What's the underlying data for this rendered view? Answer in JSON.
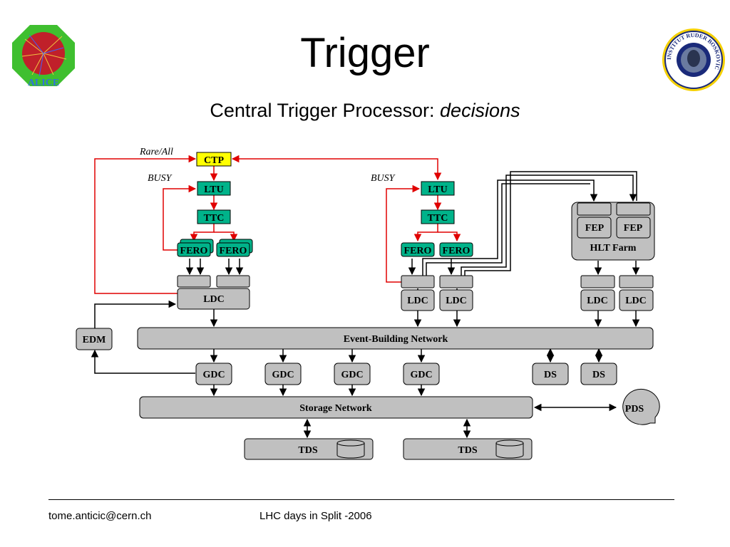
{
  "slide": {
    "title": "Trigger",
    "subtitle_prefix": "Central Trigger Processor: ",
    "subtitle_emph": "decisions"
  },
  "logos": {
    "left": {
      "text": "ALICE",
      "icon": "alice-logo-icon"
    },
    "right": {
      "text": "INSTITUT RUDER BOSKOVIC",
      "icon": "institute-seal-icon"
    }
  },
  "diagram": {
    "labels": {
      "rare_all": "Rare/All",
      "busy_left": "BUSY",
      "busy_right": "BUSY"
    },
    "nodes": {
      "ctp": "CTP",
      "ltu_left": "LTU",
      "ttc_left": "TTC",
      "fero_left_1": "FERO",
      "fero_left_2": "FERO",
      "ldc_left": "LDC",
      "ltu_right": "LTU",
      "ttc_right": "TTC",
      "fero_right_1": "FERO",
      "fero_right_2": "FERO",
      "ldc_right_1": "LDC",
      "ldc_right_2": "LDC",
      "fep_1": "FEP",
      "fep_2": "FEP",
      "hlt_farm": "HLT Farm",
      "ldc_hlt_1": "LDC",
      "ldc_hlt_2": "LDC",
      "edm": "EDM",
      "event_building_network": "Event-Building Network",
      "gdc_1": "GDC",
      "gdc_2": "GDC",
      "gdc_3": "GDC",
      "gdc_4": "GDC",
      "ds_1": "DS",
      "ds_2": "DS",
      "storage_network": "Storage Network",
      "pds": "PDS",
      "tds_1": "TDS",
      "tds_2": "TDS"
    },
    "colors": {
      "ctp_fill": "#ffff00",
      "trigger_fill": "#00b38a",
      "box_fill": "#c0c0c0",
      "trigger_line": "#e00000",
      "data_line": "#000000"
    }
  },
  "footer": {
    "email": "tome.anticic@cern.ch",
    "event": "LHC days in Split -2006"
  }
}
